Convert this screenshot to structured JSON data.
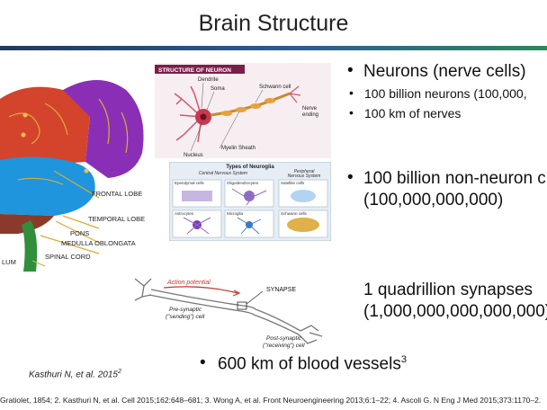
{
  "slide": {
    "title": "Brain Structure",
    "bullets": {
      "neurons": "Neurons (nerve cells)",
      "sub1": "100 billion neurons (100,000,",
      "sub2": "100 km of nerves",
      "non_neuron_line1": "100 billion non-neuron c",
      "non_neuron_line2": "(100,000,000,000)",
      "synapses_line1": "1 quadrillion synapses",
      "synapses_line2": "(1,000,000,000,000,000)",
      "blood_vessels": "600 km of blood vessels",
      "blood_vessels_sup": "3"
    },
    "brain_labels": {
      "frontal": "FRONTAL LOBE",
      "temporal": "TEMPORAL LOBE",
      "pons": "PONS",
      "medulla": "MEDULLA OBLONGATA",
      "spinal": "SPINAL CORD",
      "cerebellum": "LUM"
    },
    "neuron_figure": {
      "header": "STRUCTURE OF NEURON",
      "dendrite": "Dendrite",
      "soma": "Soma",
      "schwann": "Schwann cell",
      "nerve_ending_1": "Nerve",
      "nerve_ending_2": "ending",
      "myelin": "Myelin Sheath",
      "nucleus": "Nucleus"
    },
    "glia_figure": {
      "title": "Types of Neuroglia",
      "cns": "Central Nervous System",
      "pns_1": "Peripheral",
      "pns_2": "Nervous System",
      "c1": "Ependymal cells",
      "c2": "Oligodendrocytes",
      "c3": "Satellite cells",
      "c4": "Astrocytes",
      "c5": "Microglia",
      "c6": "Schwann cells"
    },
    "synapse_figure": {
      "action": "Action potential",
      "synapse": "SYNAPSE",
      "pre_1": "Pre-synaptic",
      "pre_2": "(\"sending\") cell",
      "post_1": "Post-synaptic",
      "post_2": "(\"receiving\") cell"
    },
    "citation": "Kasthuri N, et al. 2015",
    "citation_sup": "2",
    "references": "Gratiolet, 1854; 2. Kasthuri N, et al. Cell 2015;162:648–681; 3. Wong A, et al. Front Neuroengineering 2013;6:1–22; 4. Ascoli G. N Eng J Med 2015;373:1170–2."
  }
}
